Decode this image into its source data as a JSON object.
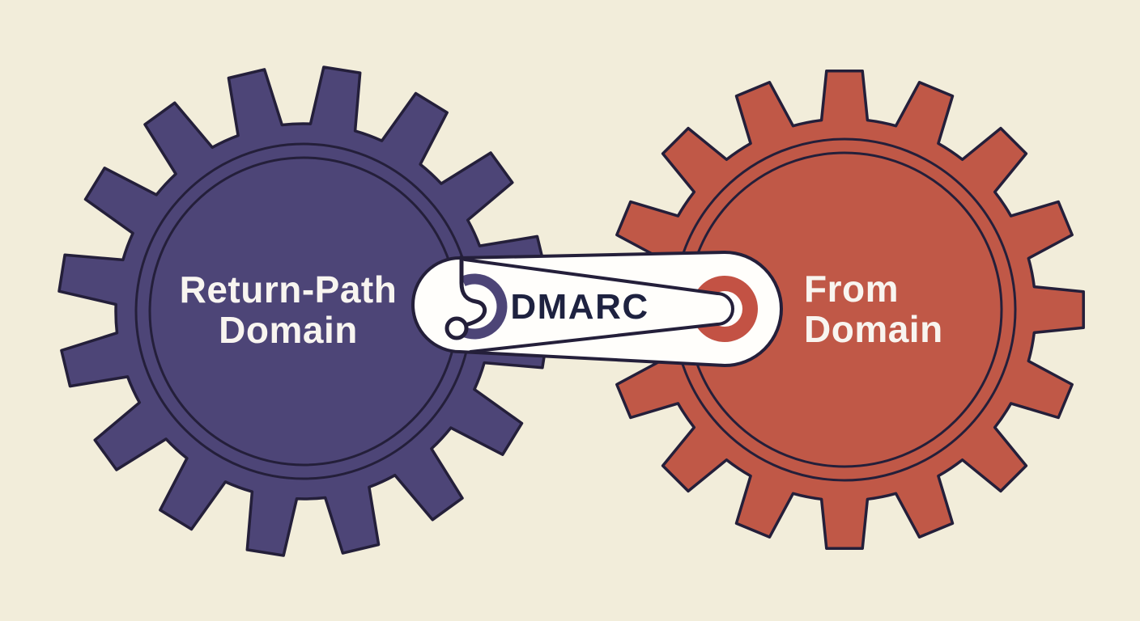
{
  "diagram": {
    "background_color": "#f2edda",
    "outline_color": "#241f3a",
    "left_gear": {
      "label_line1": "Return-Path",
      "label_line2": "Domain",
      "color": "#4d4577",
      "text_color": "#f8f5f0"
    },
    "right_gear": {
      "label_line1": "From",
      "label_line2": "Domain",
      "color": "#c05847",
      "text_color": "#f8f5f0"
    },
    "link": {
      "label": "DMARC",
      "fill": "#fffefb",
      "text_color": "#1e2240",
      "left_accent_color": "#4d4577",
      "right_accent_color": "#c35244"
    }
  }
}
